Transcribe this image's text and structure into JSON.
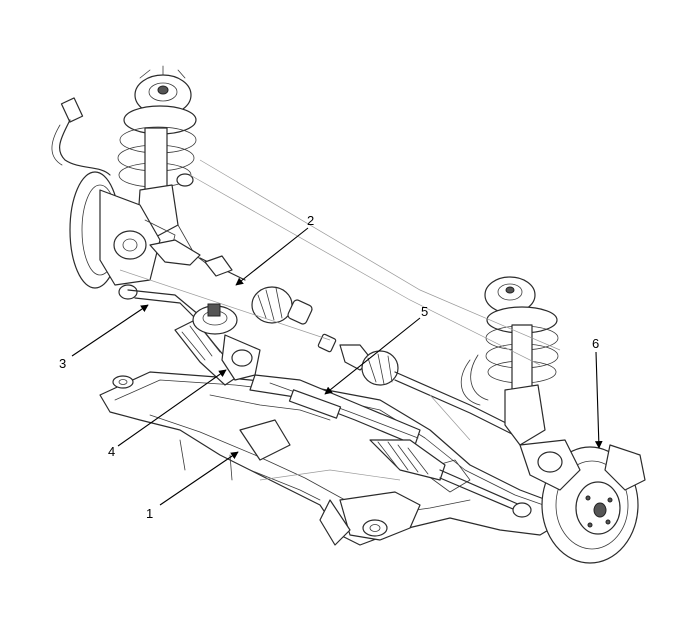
{
  "callouts": [
    {
      "id": "1",
      "text": "1"
    },
    {
      "id": "2",
      "text": "2"
    },
    {
      "id": "3",
      "text": "3"
    },
    {
      "id": "4",
      "text": "4"
    },
    {
      "id": "5",
      "text": "5"
    },
    {
      "id": "6",
      "text": "6"
    }
  ],
  "colors": {
    "line": "#2b2b2b",
    "background": "#ffffff",
    "callout": "#000000"
  }
}
